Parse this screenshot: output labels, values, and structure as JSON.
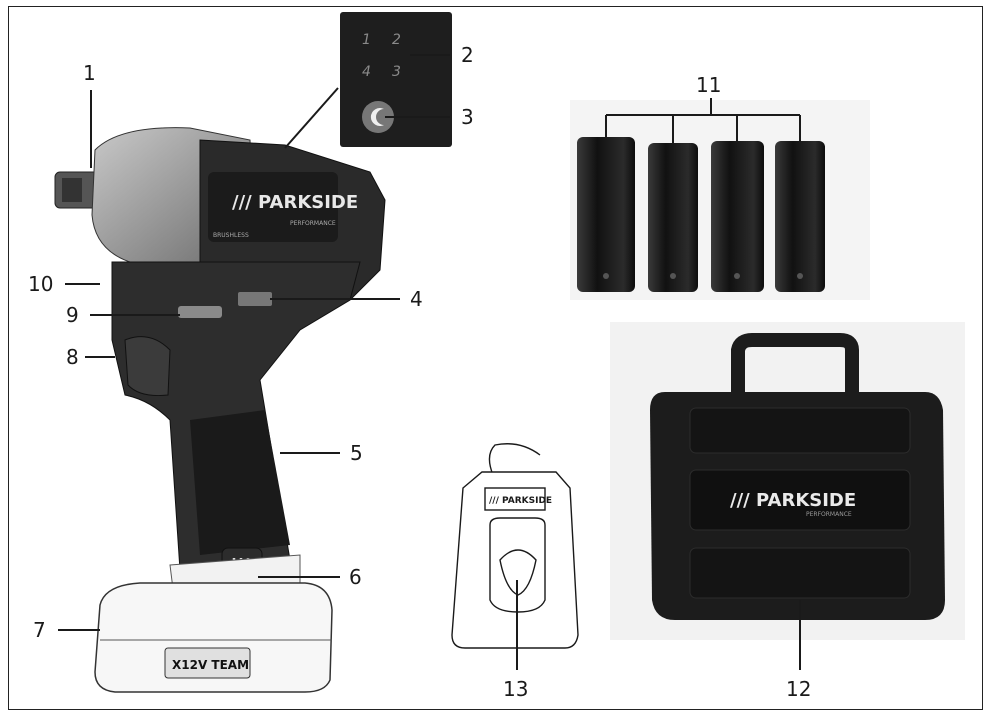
{
  "callouts": [
    "1",
    "2",
    "3",
    "4",
    "5",
    "6",
    "7",
    "8",
    "9",
    "10",
    "11",
    "12",
    "13"
  ],
  "branding": {
    "tool_logo": "/// PARKSIDE",
    "tool_sub": "PERFORMANCE",
    "tool_brushless": "BRUSHLESS",
    "battery_logo": "X12V TEAM",
    "charger_logo": "/// PARKSIDE",
    "case_logo": "/// PARKSIDE",
    "case_sub": "PERFORMANCE"
  },
  "display_panel": {
    "digits": [
      "1",
      "2",
      "4",
      "3"
    ]
  },
  "colors": {
    "tool_body": "#2a2a2a",
    "tool_head": "#9a9a9a",
    "case": "#1c1c1c",
    "socket": "#141414",
    "line": "#1a1a1a"
  }
}
